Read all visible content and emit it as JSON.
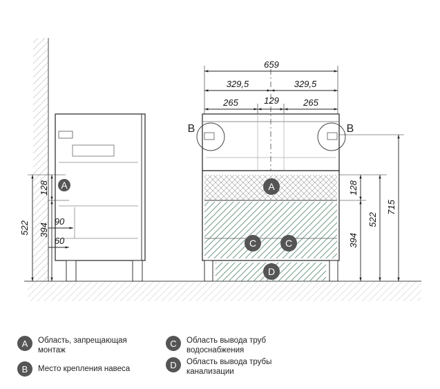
{
  "side_view": {
    "dims": {
      "h522": "522",
      "h394": "394",
      "h128": "128",
      "d90": "90",
      "d60": "60"
    },
    "marker_a": "A"
  },
  "front_view": {
    "dims": {
      "w659": "659",
      "w329_left": "329,5",
      "w329_right": "329,5",
      "w265_left": "265",
      "w129": "129",
      "w265_right": "265",
      "h128": "128",
      "h394": "394",
      "h522": "522",
      "h715": "715"
    },
    "markers": {
      "a": "A",
      "b_left": "B",
      "b_right": "B",
      "c1": "C",
      "c2": "C",
      "d": "D"
    }
  },
  "legend": {
    "items": [
      {
        "letter": "A",
        "text": "Область, запрещающая монтаж"
      },
      {
        "letter": "B",
        "text": "Место крепления навеса"
      },
      {
        "letter": "C",
        "text": "Область вывода труб водоснабжения"
      },
      {
        "letter": "D",
        "text": "Область вывода трубы канализации"
      }
    ]
  },
  "colors": {
    "line": "#333333",
    "hatch": "#5a8a72",
    "badge": "#555555"
  }
}
